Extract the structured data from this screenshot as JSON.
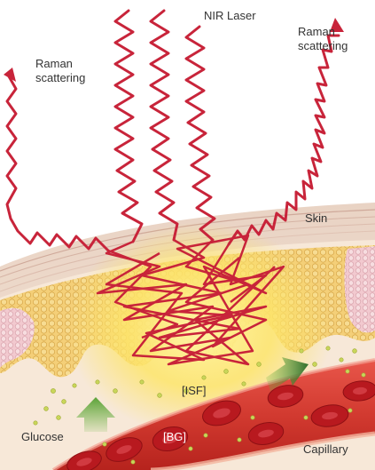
{
  "labels": {
    "nir_laser": "NIR Laser",
    "raman_left": "Raman\nscattering",
    "raman_right": "Raman\nscattering",
    "skin": "Skin",
    "isf": "[ISF]",
    "glucose": "Glucose",
    "bg": "[BG]",
    "capillary": "Capillary"
  },
  "colors": {
    "laser_red": "#c8243a",
    "skin_top": "#ead3c3",
    "skin_layer": "#f3dcc6",
    "cell_yellow": "#f1c86a",
    "capillary_red": "#d23a30",
    "blood_cell": "#b8191f",
    "glucose_dot": "#c9d65a",
    "arrow_green": "#6bb23f"
  }
}
